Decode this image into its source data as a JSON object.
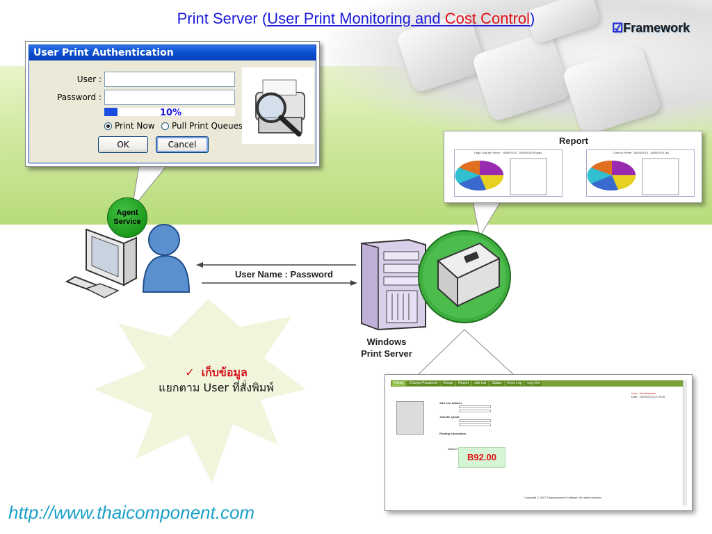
{
  "title": {
    "prefix": "Print Server (",
    "part1": "User Print Monitoring and ",
    "part2": "Cost Control",
    "suffix": ")"
  },
  "framework": {
    "box": "☑",
    "label": "Framework"
  },
  "auth_dialog": {
    "title": "User Print Authentication",
    "user_label": "User :",
    "password_label": "Password :",
    "user_value": "",
    "password_value": "",
    "progress_text": "10%",
    "progress": 0.1,
    "radio_print_now": "Print Now",
    "radio_pull": "Pull Print Queues",
    "ok_label": "OK",
    "cancel_label": "Cancel"
  },
  "agent": {
    "line1": "Agent",
    "line2": "Service"
  },
  "flow": {
    "credentials_label": "User Name : Password"
  },
  "server": {
    "line1": "Windows",
    "line2": "Print Server"
  },
  "report": {
    "title": "Report",
    "chart1_title": "Page Total by Printer : 16/09/2013 - 16/09/2013 (Page)",
    "chart2_title": "Cost by Printer : 16/09/2013 - 16/09/2013 (B)"
  },
  "note": {
    "check": "✓",
    "line1": "เก็บข้อมูล",
    "line2": "แยกตาม User ที่สั่งพิมพ์"
  },
  "web": {
    "nav": [
      "Home",
      "Change Password",
      "Group",
      "Report",
      "Job List",
      "Status",
      "Error Log",
      "Log Out"
    ],
    "user_line": "User : Administrator",
    "date_line": "Date : 16/09/2013 17:55:46",
    "add_balance": "Add new balance",
    "transfer_quota": "Transfer Quota",
    "printing_info": "Printing Information",
    "balance_label": "Balance :",
    "balance": "B92.00",
    "copyright": "Copyright © 2007 Thaicomponent Software. All rights reserved."
  },
  "colors": {
    "title_blue": "#1a1adb",
    "title_red": "#e0101a",
    "agent_green": "#1c9a1c",
    "url_cyan": "#1aa0c8"
  },
  "url": "http://www.thaicomponent.com"
}
